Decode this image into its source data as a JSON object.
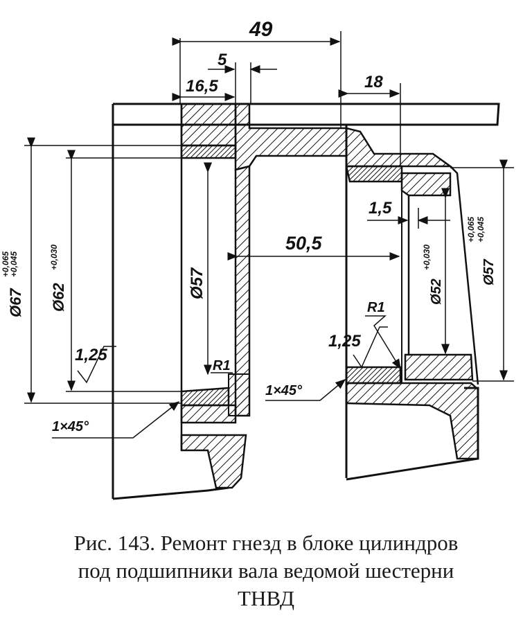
{
  "drawing": {
    "dims": {
      "d49": "49",
      "d5": "5",
      "d16_5": "16,5",
      "d18": "18",
      "d1_5": "1,5",
      "d50_5": "50,5",
      "phi67": "Ø67",
      "phi67_tol_upper": "+0,065",
      "phi67_tol_lower": "+0,045",
      "phi62": "Ø62",
      "phi62_tol": "+0,030",
      "phi57_left": "Ø57",
      "phi52": "Ø52",
      "phi52_tol": "+0,030",
      "phi57_right": "Ø57",
      "phi57_right_tol_upper": "+0,065",
      "phi57_right_tol_lower": "+0,045",
      "r1_left": "R1",
      "r1_right": "R1",
      "rough_left": "1,25",
      "rough_right": "1,25",
      "chamfer_left": "1×45°",
      "chamfer_right": "1×45°"
    }
  },
  "caption": {
    "line1": "Рис. 143. Ремонт гнезд в блоке цилиндров",
    "line2": "под подшипники вала ведомой шестерни",
    "line3": "ТНВД"
  }
}
